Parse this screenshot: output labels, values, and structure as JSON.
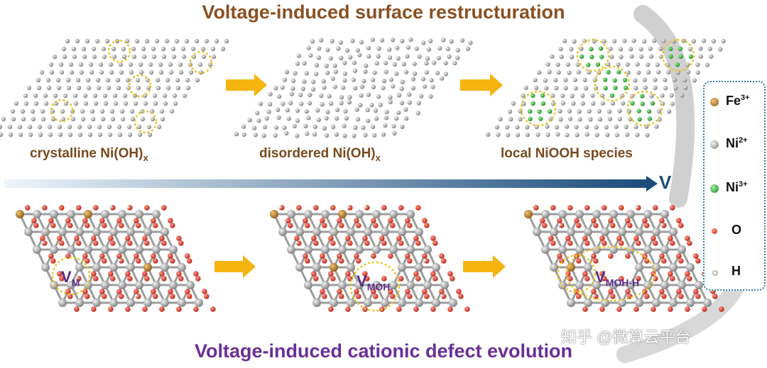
{
  "titles": {
    "top": "Voltage-induced surface restructuration",
    "bottom": "Voltage-induced cationic defect evolution"
  },
  "colors": {
    "top_title": "#8a5021",
    "bottom_title": "#6a2f96",
    "arrow": "#f5b40f",
    "voltage_arrow_start": "#e6f0f8",
    "voltage_arrow_end": "#1b4c7a",
    "fe": "#b57a25",
    "ni2": "#9a9a9a",
    "ni3": "#2eb82e",
    "o": "#d23a2c",
    "h": "#d9d9d9",
    "circle": "#e8c42a"
  },
  "stages": [
    {
      "label": "crystalline Ni(OH)",
      "sub": "x"
    },
    {
      "label": "disordered Ni(OH)",
      "sub": "x"
    },
    {
      "label": "local NiOOH species",
      "sub": ""
    }
  ],
  "voltage_arrow_label": "V",
  "vacancies": [
    {
      "text": "V",
      "sub": "M"
    },
    {
      "text": "V",
      "sub": "MOH"
    },
    {
      "text": "V",
      "sub": "MOH-H"
    }
  ],
  "legend": [
    {
      "symbol": "Fe",
      "sup": "3+",
      "icon": "fe-ion-dot"
    },
    {
      "symbol": "Ni",
      "sup": "2+",
      "icon": "ni2-ion-dot"
    },
    {
      "symbol": "Ni",
      "sup": "3+",
      "icon": "ni3-ion-dot"
    },
    {
      "symbol": "O",
      "sup": "",
      "icon": "oxygen-dot"
    },
    {
      "symbol": "H",
      "sup": "",
      "icon": "hydrogen-dot"
    }
  ],
  "watermark": "知乎 @微算云平台"
}
